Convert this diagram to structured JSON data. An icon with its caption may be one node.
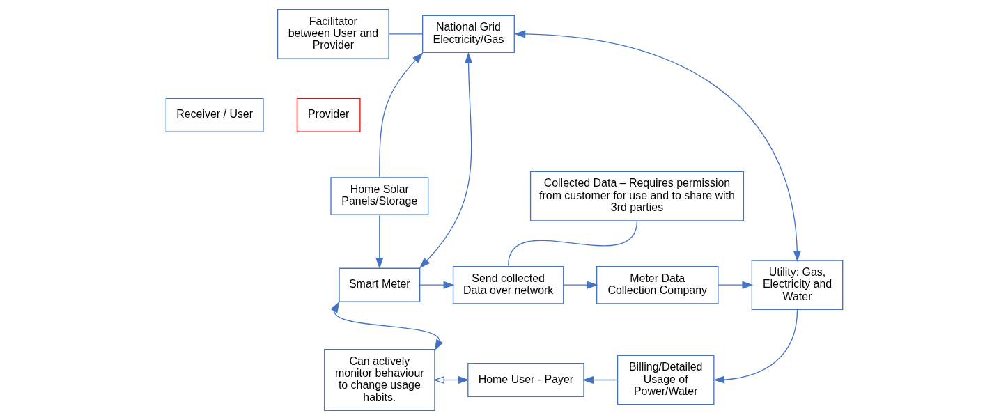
{
  "diagram": {
    "nodes": [
      {
        "text": [
          "Facilitator between User and Provider"
        ]
      },
      {
        "text": [
          "National Grid Electricity/Gas"
        ]
      },
      {
        "text": [
          "Provider"
        ]
      },
      {
        "text": [
          "Receiver / User"
        ]
      },
      {
        "text": [
          "Collected Data – Requires permission from customer for use and to share with 3rd parties"
        ]
      },
      {
        "text": [
          "Home Solar Panels/Storage"
        ]
      },
      {
        "text": [
          "Smart Meter"
        ]
      },
      {
        "text": [
          "Send collected Data over network"
        ]
      },
      {
        "text": [
          "Meter Data Collection Company"
        ]
      },
      {
        "text": [
          "Utility: Gas, Electricity and Water"
        ]
      },
      {
        "text": [
          "Can actively monitor behaviour to change usage habits."
        ]
      },
      {
        "text": [
          "Billing/Detailed Usage of Power/Water"
        ]
      },
      {
        "text": [
          "Home User - Payer"
        ]
      }
    ],
    "edges": [
      {
        "from": 0,
        "to": 1,
        "arrow": "none"
      },
      {
        "from": 9,
        "to": 1,
        "arrow": "both"
      },
      {
        "from": 5,
        "to": 1,
        "arrow": "to"
      },
      {
        "from": 5,
        "to": 6,
        "arrow": "to"
      },
      {
        "from": 6,
        "to": 1,
        "arrow": "both"
      },
      {
        "from": 6,
        "to": 7,
        "arrow": "to"
      },
      {
        "from": 4,
        "to": 7,
        "arrow": "none"
      },
      {
        "from": 7,
        "to": 8,
        "arrow": "to"
      },
      {
        "from": 8,
        "to": 9,
        "arrow": "to"
      },
      {
        "from": 9,
        "to": 11,
        "arrow": "to"
      },
      {
        "from": 11,
        "to": 12,
        "arrow": "to"
      },
      {
        "from": 6,
        "to": 10,
        "arrow": "both"
      },
      {
        "from": 10,
        "to": 12,
        "arrow": "both"
      }
    ]
  }
}
